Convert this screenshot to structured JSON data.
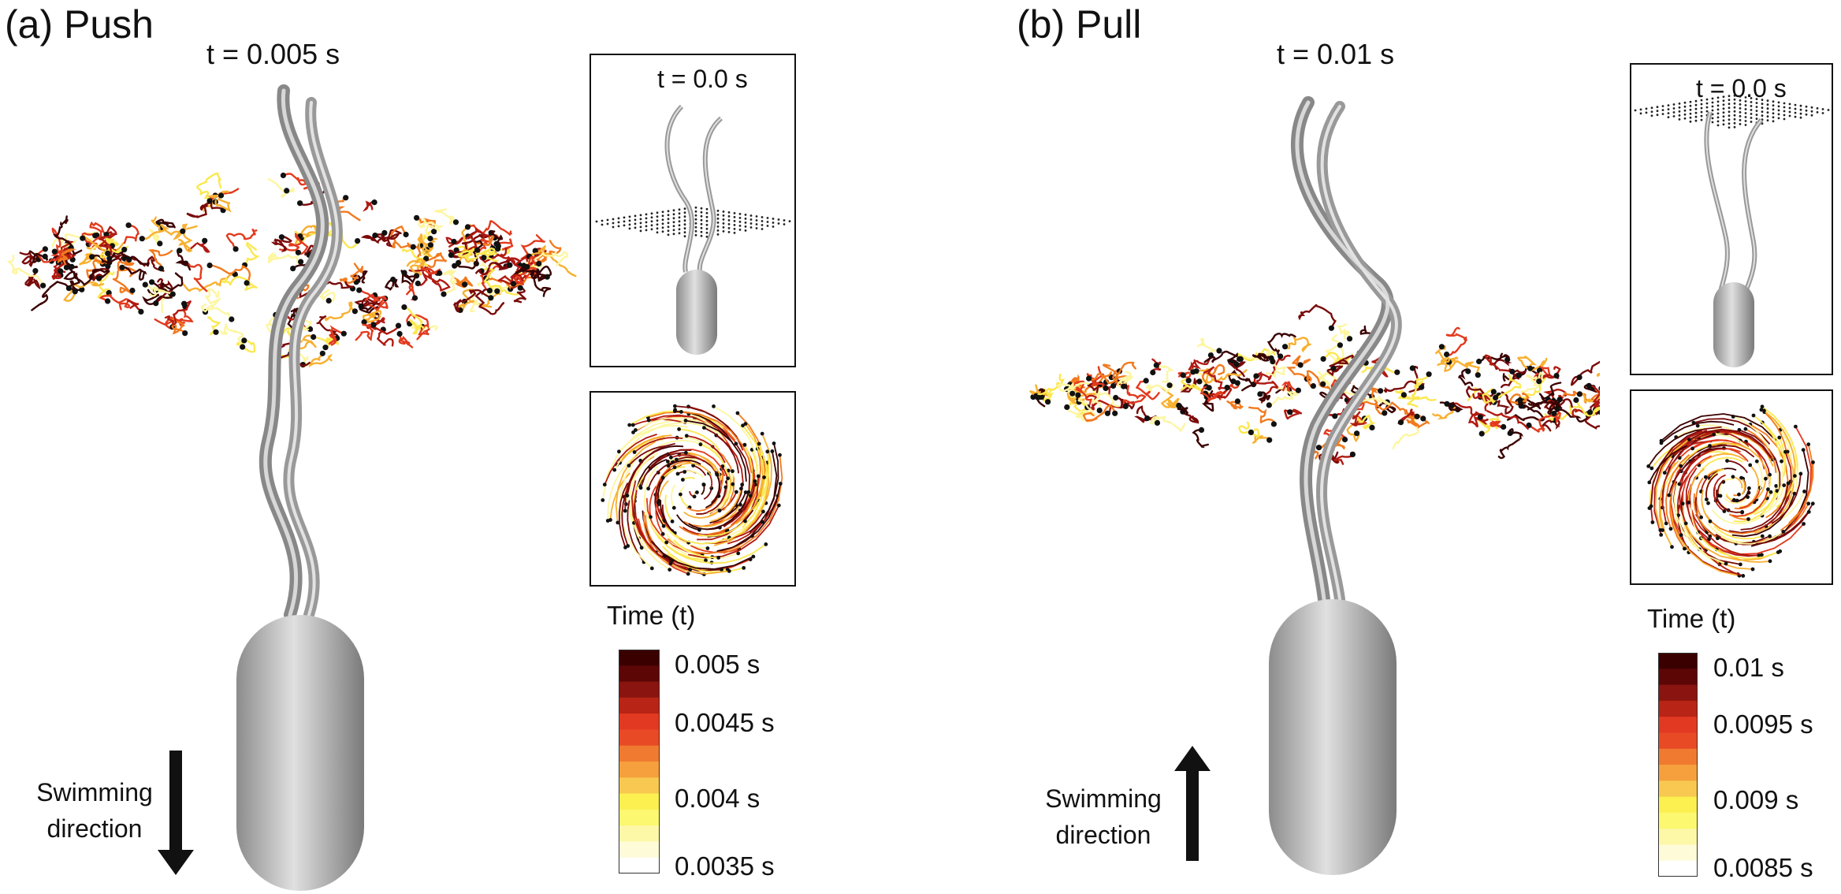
{
  "panels": {
    "a": {
      "title": "(a) Push",
      "main_time": "t = 0.005 s",
      "inset_time": "t = 0.0 s",
      "colorbar_title": "Time (t)",
      "colorbar_ticks": [
        "0.005 s",
        "0.0045 s",
        "0.004 s",
        "0.0035 s"
      ],
      "swim_line1": "Swimming",
      "swim_line2": "direction",
      "arrow_direction": "down"
    },
    "b": {
      "title": "(b) Pull",
      "main_time": "t = 0.01 s",
      "inset_time": "t = 0.0 s",
      "colorbar_title": "Time (t)",
      "colorbar_ticks": [
        "0.01 s",
        "0.0095 s",
        "0.009 s",
        "0.0085 s"
      ],
      "swim_line1": "Swimming",
      "swim_line2": "direction",
      "arrow_direction": "up"
    }
  },
  "colors": {
    "trajectory": [
      "#3a0000",
      "#7a0a0a",
      "#b01a12",
      "#e23a1e",
      "#f27a1e",
      "#f8b030",
      "#fbe850",
      "#fdf6a0"
    ],
    "colorbar": [
      "#3a0000",
      "#5c0606",
      "#8a1410",
      "#b82416",
      "#e23a22",
      "#e84a26",
      "#f07a30",
      "#f5a03c",
      "#f8c850",
      "#fbf050",
      "#fcf870",
      "#fdf8a8",
      "#fefcd8",
      "#ffffff"
    ],
    "body_gray": "#bdbdbd",
    "flagella_gray": "#9e9e9e"
  }
}
